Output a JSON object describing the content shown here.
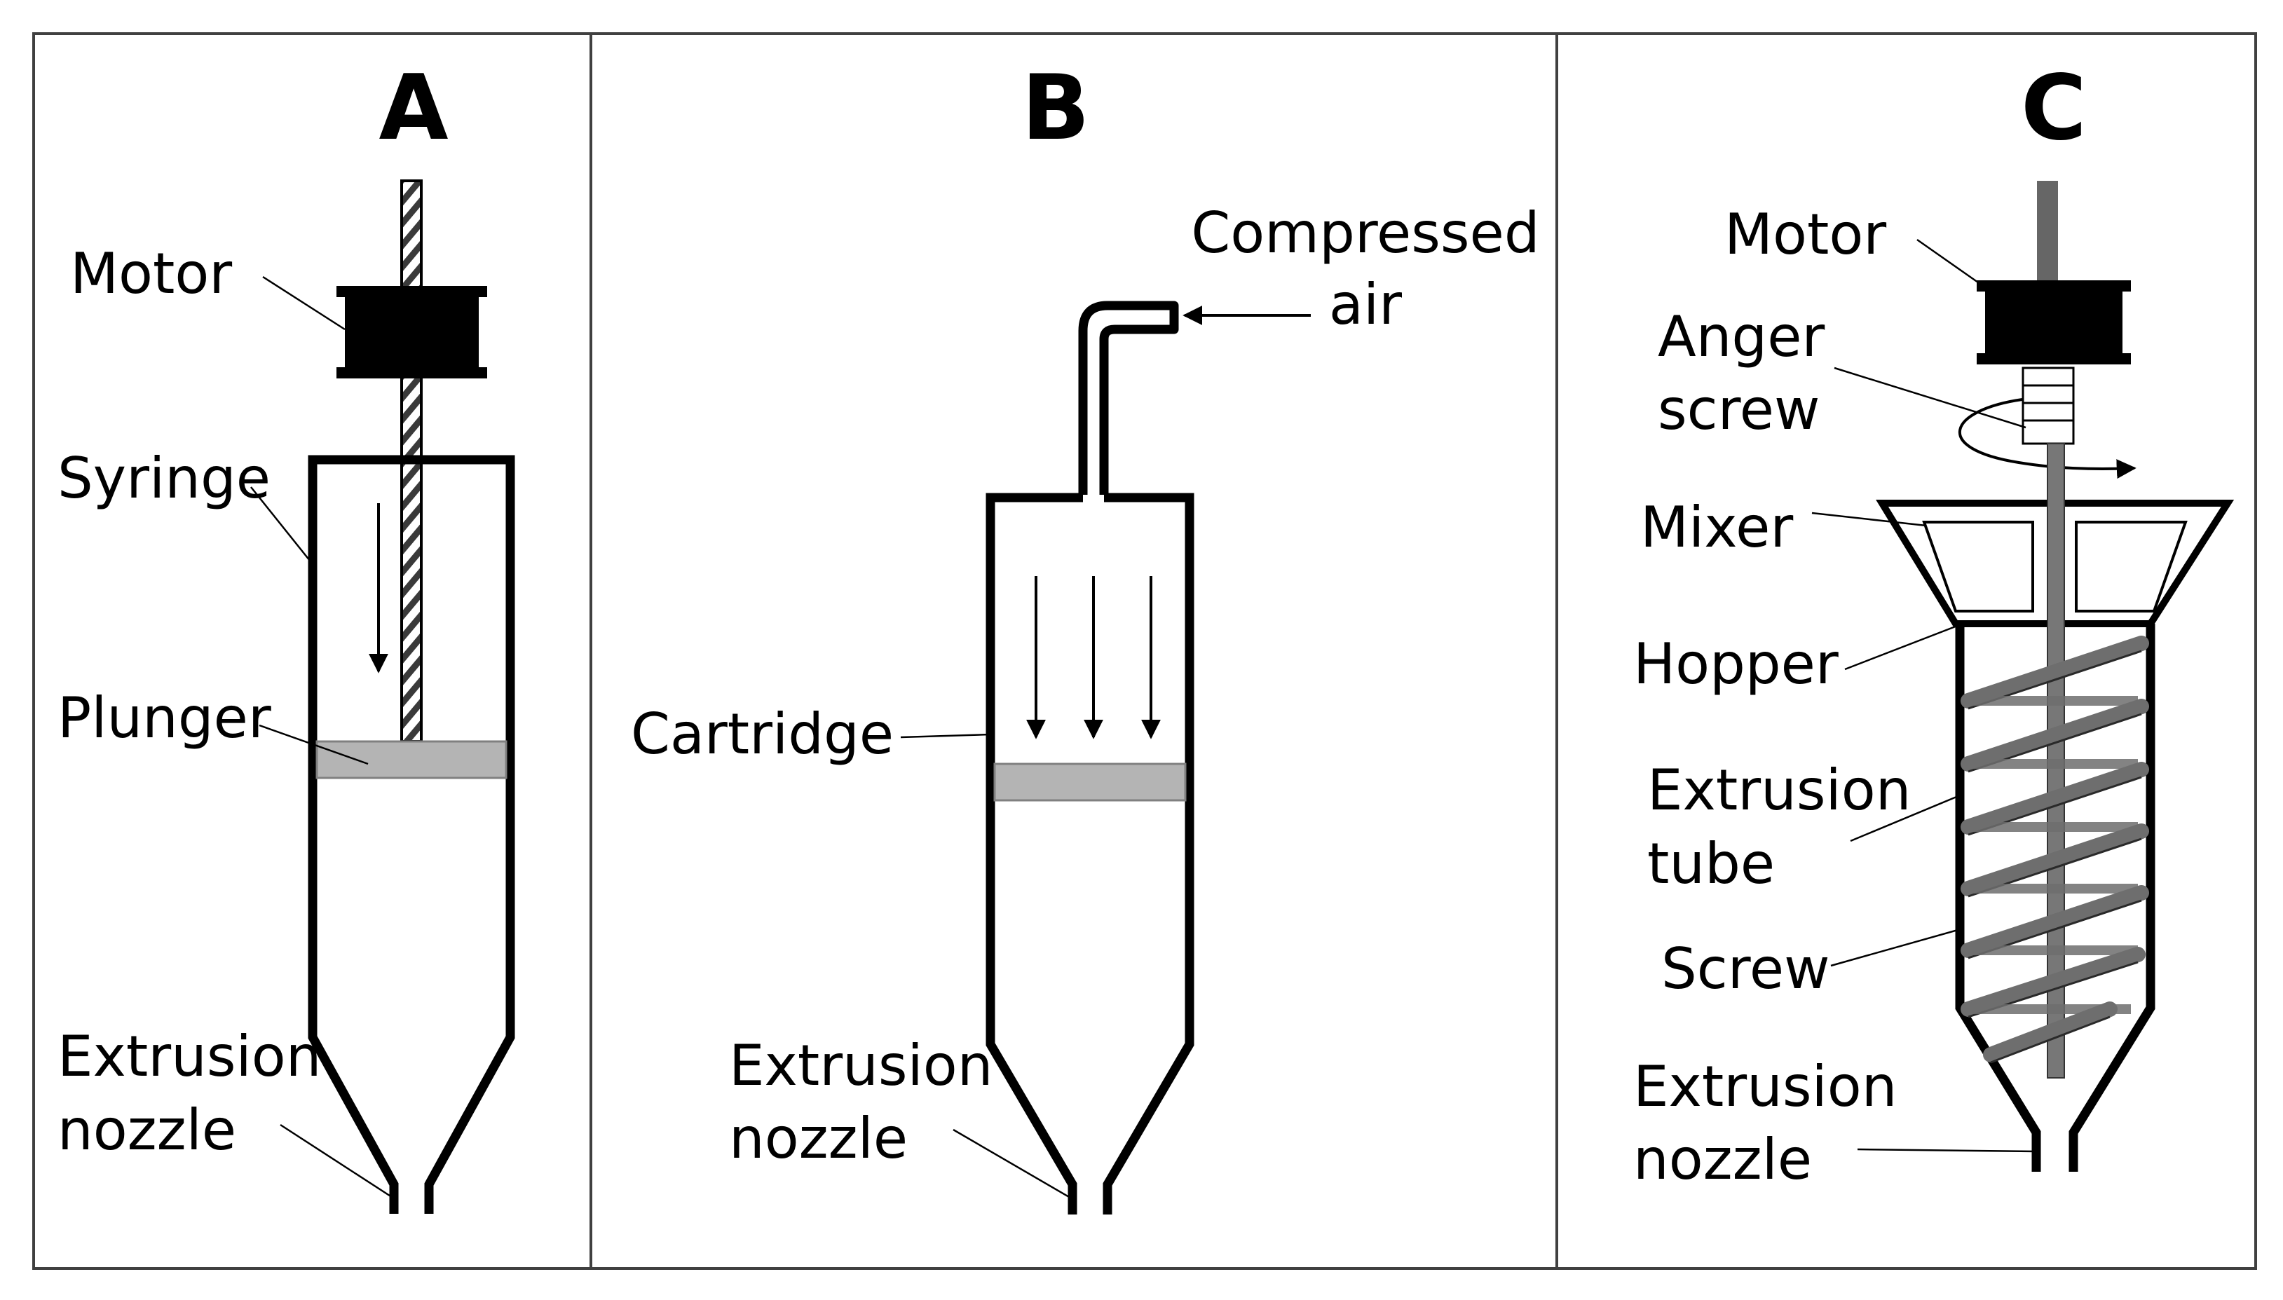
{
  "colors": {
    "ink": "#000000",
    "frame": "#404040",
    "plunger_fill": "#b4b4b4",
    "screw_fill": "#6e6e6e",
    "shaft_fill": "#777777"
  },
  "panels": [
    {
      "letter": "A",
      "labels": {
        "motor": "Motor",
        "syringe": "Syringe",
        "plunger": "Plunger",
        "nozzle_line1": "Extrusion",
        "nozzle_line2": "nozzle"
      }
    },
    {
      "letter": "B",
      "labels": {
        "air_line1": "Compressed",
        "air_line2": "air",
        "cartridge": "Cartridge",
        "nozzle_line1": "Extrusion",
        "nozzle_line2": "nozzle"
      }
    },
    {
      "letter": "C",
      "labels": {
        "motor": "Motor",
        "auger_line1": "Anger",
        "auger_line2": "screw",
        "mixer": "Mixer",
        "hopper": "Hopper",
        "tube_line1": "Extrusion",
        "tube_line2": "tube",
        "screw": "Screw",
        "nozzle_line1": "Extrusion",
        "nozzle_line2": "nozzle"
      }
    }
  ]
}
